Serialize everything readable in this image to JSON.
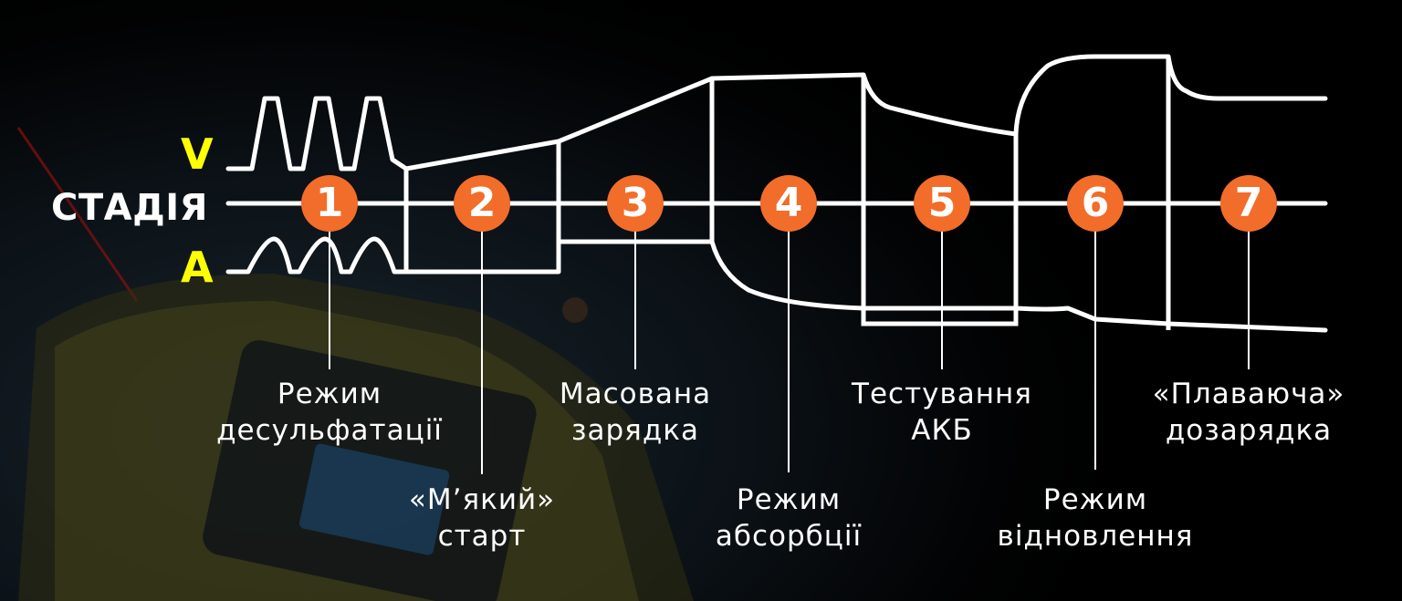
{
  "labels": {
    "voltage": "V",
    "current": "A",
    "stage": "СТАДІЯ"
  },
  "colors": {
    "accent_yellow": "#ffff00",
    "badge_orange": "#f26c2a",
    "line_white": "#ffffff",
    "background": "#000000"
  },
  "stages": [
    {
      "number": "1",
      "caption_line1": "Режим",
      "caption_line2": "десульфатації"
    },
    {
      "number": "2",
      "caption_line1": "«М’який»",
      "caption_line2": "старт"
    },
    {
      "number": "3",
      "caption_line1": "Масована",
      "caption_line2": "зарядка"
    },
    {
      "number": "4",
      "caption_line1": "Режим",
      "caption_line2": "абсорбції"
    },
    {
      "number": "5",
      "caption_line1": "Тестування",
      "caption_line2": "АКБ"
    },
    {
      "number": "6",
      "caption_line1": "Режим",
      "caption_line2": "відновлення"
    },
    {
      "number": "7",
      "caption_line1": "«Плаваюча»",
      "caption_line2": "дозарядка"
    }
  ]
}
